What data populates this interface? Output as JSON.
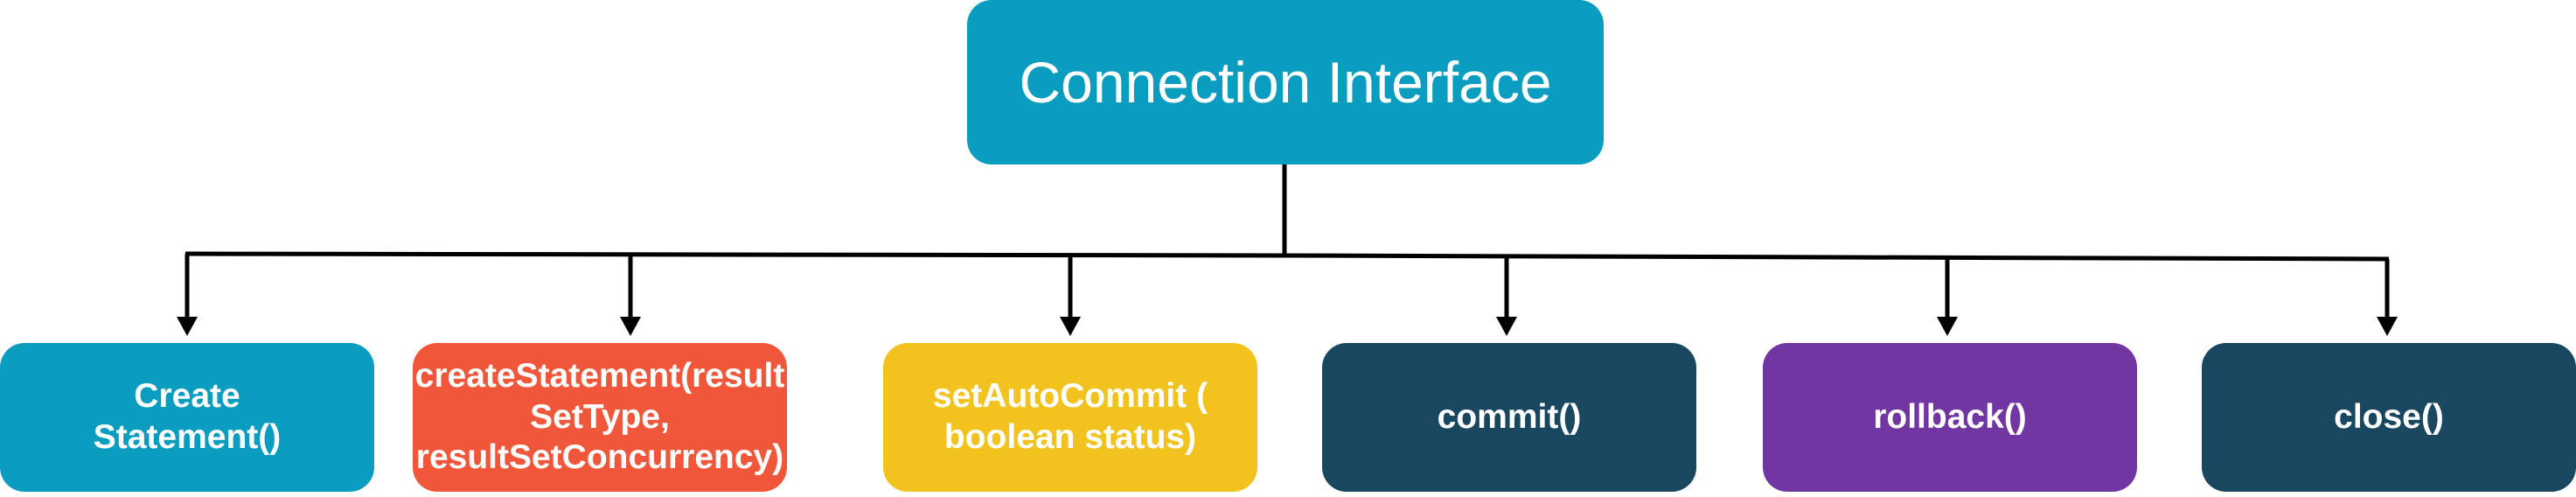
{
  "root": {
    "label": "Connection Interface",
    "color": "#0a9dbf"
  },
  "methods": [
    {
      "label": "Create\nStatement()",
      "color": "#0a9dbf"
    },
    {
      "label": "createStatement(result\nSetType,\nresultSetConcurrency)",
      "color": "#f0573a"
    },
    {
      "label": "setAutoCommit (\nboolean status)",
      "color": "#f2c31e"
    },
    {
      "label": "commit()",
      "color": "#1a4760"
    },
    {
      "label": "rollback()",
      "color": "#7236a3"
    },
    {
      "label": "close()",
      "color": "#1a4760"
    }
  ],
  "connector_color": "#000000"
}
